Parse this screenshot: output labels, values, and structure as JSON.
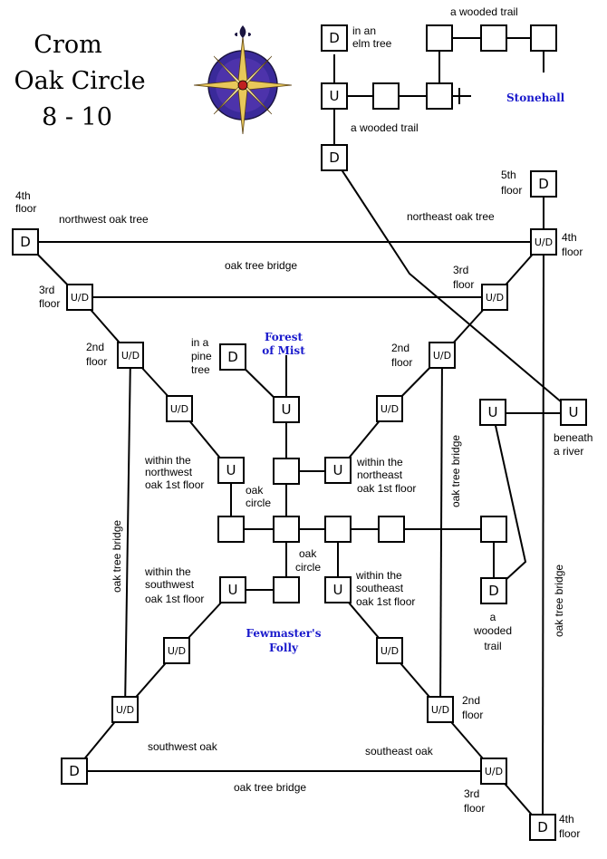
{
  "title": [
    "Crom",
    "Oak Circle",
    "8 - 10"
  ],
  "colors": {
    "line": "#000000",
    "zone_link": "#1a1acc",
    "compass_bg": "#3a2a9a"
  },
  "icons": [
    "compass-rose-icon"
  ],
  "rooms": [
    {
      "id": "elm_d",
      "t": "D"
    },
    {
      "id": "wt_u",
      "t": "U"
    },
    {
      "id": "wt_d",
      "t": "D"
    },
    {
      "id": "nw_d",
      "t": "D"
    },
    {
      "id": "nw_3",
      "t": "U/D"
    },
    {
      "id": "nw_2",
      "t": "U/D"
    },
    {
      "id": "nw_1b",
      "t": "U/D"
    },
    {
      "id": "nw_1",
      "t": "U"
    },
    {
      "id": "ne_4",
      "t": "U/D"
    },
    {
      "id": "ne_5",
      "t": "D"
    },
    {
      "id": "ne_3",
      "t": "U/D"
    },
    {
      "id": "ne_2",
      "t": "U/D"
    },
    {
      "id": "ne_1b",
      "t": "U/D"
    },
    {
      "id": "ne_1",
      "t": "U"
    },
    {
      "id": "pine_d",
      "t": "D"
    },
    {
      "id": "fom_u",
      "t": "U"
    },
    {
      "id": "river_u",
      "t": "U"
    },
    {
      "id": "river_u2",
      "t": "U"
    },
    {
      "id": "sw_1",
      "t": "U"
    },
    {
      "id": "sw_1b",
      "t": "U/D"
    },
    {
      "id": "sw_2",
      "t": "U/D"
    },
    {
      "id": "sw_d",
      "t": "D"
    },
    {
      "id": "se_1",
      "t": "U"
    },
    {
      "id": "se_1b",
      "t": "U/D"
    },
    {
      "id": "se_2",
      "t": "U/D"
    },
    {
      "id": "se_3",
      "t": "U/D"
    },
    {
      "id": "se_4",
      "t": "D"
    },
    {
      "id": "trail_d",
      "t": "D"
    }
  ],
  "labels": [
    {
      "id": "in_an_elm_tree_1",
      "text": "in an"
    },
    {
      "id": "in_an_elm_tree_2",
      "text": "elm tree"
    },
    {
      "id": "wooded_trail_top",
      "text": "a wooded trail"
    },
    {
      "id": "wooded_trail_mid",
      "text": "a wooded trail"
    },
    {
      "id": "floor_4th_nw_1",
      "text": "4th"
    },
    {
      "id": "floor_4th_nw_2",
      "text": "floor"
    },
    {
      "id": "northwest_oak",
      "text": "northwest oak tree"
    },
    {
      "id": "northeast_oak",
      "text": "northeast oak tree"
    },
    {
      "id": "floor_5th_1",
      "text": "5th"
    },
    {
      "id": "floor_5th_2",
      "text": "floor"
    },
    {
      "id": "floor_4th_ne_1",
      "text": "4th"
    },
    {
      "id": "floor_4th_ne_2",
      "text": "floor"
    },
    {
      "id": "oak_bridge_top",
      "text": "oak tree bridge"
    },
    {
      "id": "floor_3rd_nw_1",
      "text": "3rd"
    },
    {
      "id": "floor_3rd_nw_2",
      "text": "floor"
    },
    {
      "id": "floor_3rd_ne_1",
      "text": "3rd"
    },
    {
      "id": "floor_3rd_ne_2",
      "text": "floor"
    },
    {
      "id": "floor_2nd_nw_1",
      "text": "2nd"
    },
    {
      "id": "floor_2nd_nw_2",
      "text": "floor"
    },
    {
      "id": "in_a_pine_1",
      "text": "in a"
    },
    {
      "id": "in_a_pine_2",
      "text": "pine"
    },
    {
      "id": "in_a_pine_3",
      "text": "tree"
    },
    {
      "id": "floor_2nd_ne_1",
      "text": "2nd"
    },
    {
      "id": "floor_2nd_ne_2",
      "text": "floor"
    },
    {
      "id": "beneath_river_1",
      "text": "beneath"
    },
    {
      "id": "beneath_river_2",
      "text": "a river"
    },
    {
      "id": "within_nw_1",
      "text": "within the"
    },
    {
      "id": "within_nw_2",
      "text": "northwest"
    },
    {
      "id": "within_nw_3",
      "text": "oak 1st floor"
    },
    {
      "id": "within_ne_1",
      "text": "within the"
    },
    {
      "id": "within_ne_2",
      "text": "northeast"
    },
    {
      "id": "within_ne_3",
      "text": "oak 1st floor"
    },
    {
      "id": "oak_circle_1a",
      "text": "oak"
    },
    {
      "id": "oak_circle_1b",
      "text": "circle"
    },
    {
      "id": "oak_circle_2a",
      "text": "oak"
    },
    {
      "id": "oak_circle_2b",
      "text": "circle"
    },
    {
      "id": "within_sw_1",
      "text": "within the"
    },
    {
      "id": "within_sw_2",
      "text": "southwest"
    },
    {
      "id": "within_sw_3",
      "text": "oak 1st floor"
    },
    {
      "id": "within_se_1",
      "text": "within the"
    },
    {
      "id": "within_se_2",
      "text": "southeast"
    },
    {
      "id": "within_se_3",
      "text": "oak 1st floor"
    },
    {
      "id": "a_wooded_trail_1",
      "text": "a"
    },
    {
      "id": "a_wooded_trail_2",
      "text": "wooded"
    },
    {
      "id": "a_wooded_trail_3",
      "text": "trail"
    },
    {
      "id": "floor_2nd_se_1",
      "text": "2nd"
    },
    {
      "id": "floor_2nd_se_2",
      "text": "floor"
    },
    {
      "id": "southwest_oak",
      "text": "southwest oak"
    },
    {
      "id": "southeast_oak",
      "text": "southeast oak"
    },
    {
      "id": "oak_bridge_bottom",
      "text": "oak tree bridge"
    },
    {
      "id": "floor_3rd_se_1",
      "text": "3rd"
    },
    {
      "id": "floor_3rd_se_2",
      "text": "floor"
    },
    {
      "id": "floor_4th_se_1",
      "text": "4th"
    },
    {
      "id": "floor_4th_se_2",
      "text": "floor"
    },
    {
      "id": "oak_bridge_left",
      "text": "oak tree bridge"
    },
    {
      "id": "oak_bridge_mid",
      "text": "oak tree bridge"
    },
    {
      "id": "oak_bridge_right",
      "text": "oak tree bridge"
    }
  ],
  "zone_links": [
    {
      "id": "stonehall",
      "text": "Stonehall"
    },
    {
      "id": "forest_of_mist_1",
      "text": "Forest"
    },
    {
      "id": "forest_of_mist_2",
      "text": "of Mist"
    },
    {
      "id": "fewmaster_1",
      "text": "Fewmaster's"
    },
    {
      "id": "fewmaster_2",
      "text": "Folly"
    }
  ]
}
